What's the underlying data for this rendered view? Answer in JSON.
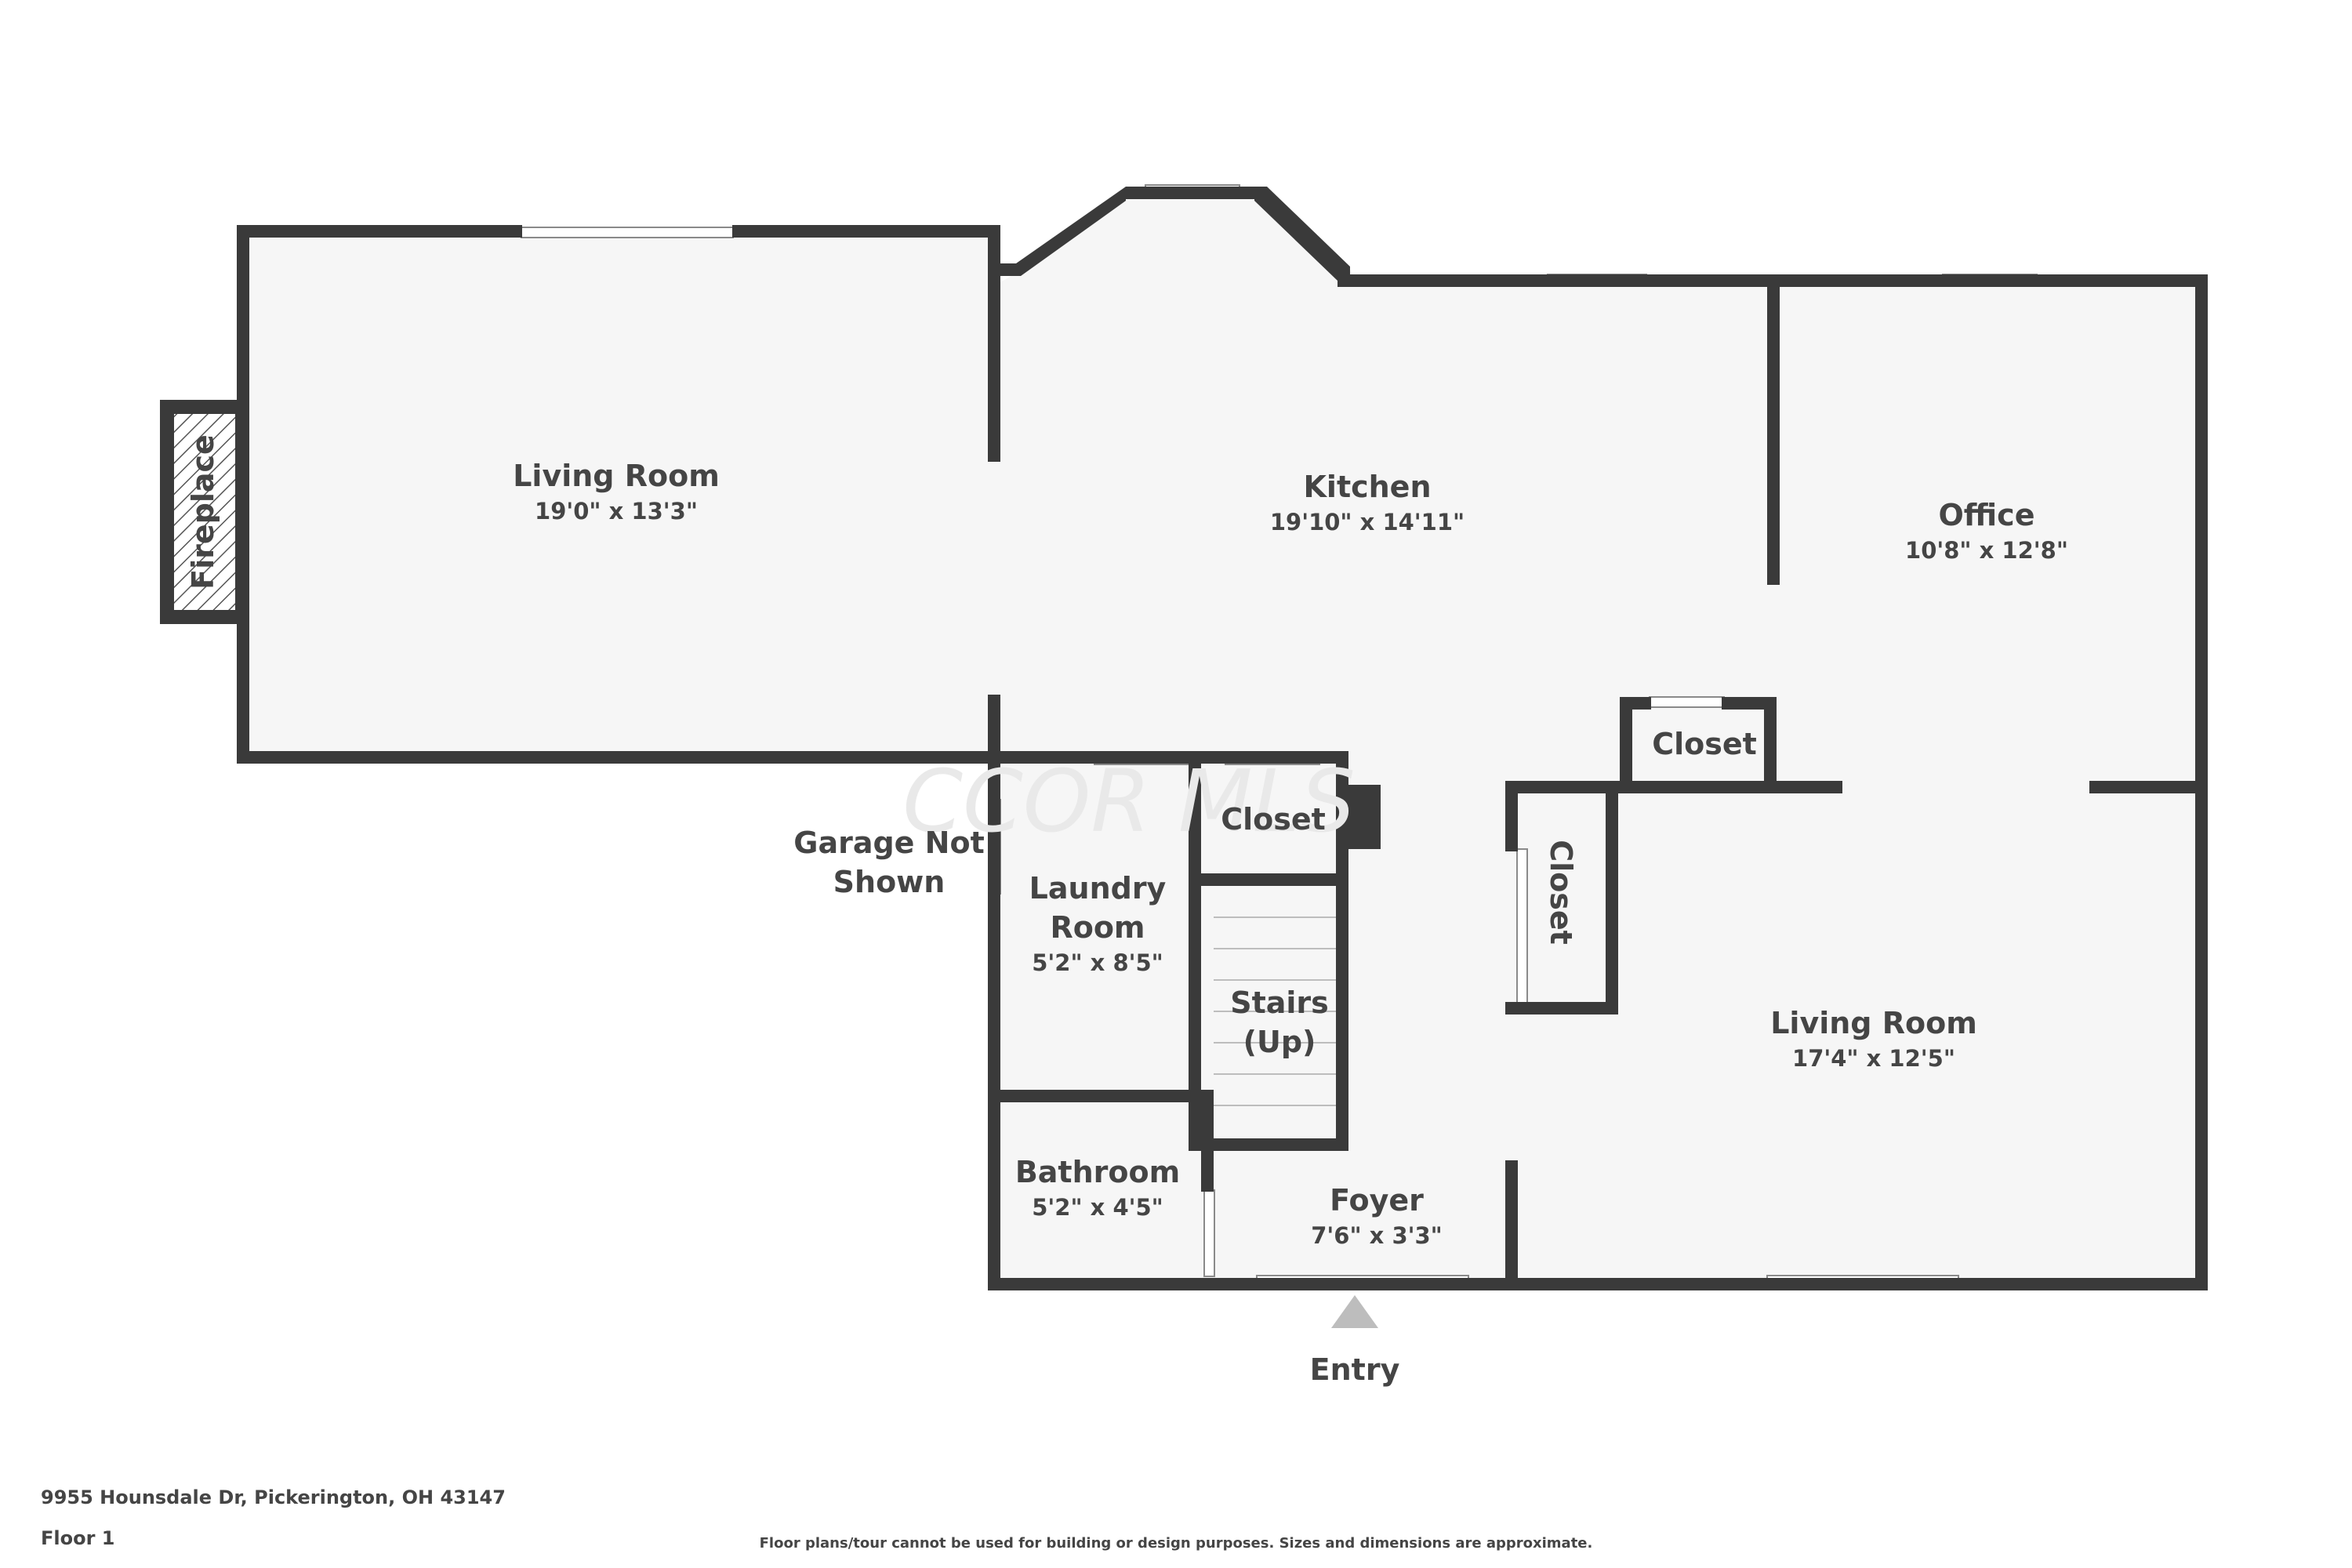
{
  "rooms": {
    "living_room_1": {
      "name": "Living Room",
      "dim": "19'0\" x 13'3\""
    },
    "kitchen": {
      "name": "Kitchen",
      "dim": "19'10\" x 14'11\""
    },
    "office": {
      "name": "Office",
      "dim": "10'8\" x 12'8\""
    },
    "closet_1": {
      "name": "Closet"
    },
    "closet_2": {
      "name": "Closet"
    },
    "closet_3": {
      "name": "Closet"
    },
    "laundry": {
      "name_line1": "Laundry",
      "name_line2": "Room",
      "dim": "5'2\" x 8'5\""
    },
    "stairs": {
      "name_line1": "Stairs",
      "name_line2": "(Up)"
    },
    "bathroom": {
      "name": "Bathroom",
      "dim": "5'2\" x 4'5\""
    },
    "foyer": {
      "name": "Foyer",
      "dim": "7'6\" x 3'3\""
    },
    "living_room_2": {
      "name": "Living Room",
      "dim": "17'4\" x 12'5\""
    }
  },
  "labels": {
    "fireplace": "Fireplace",
    "garage_line1": "Garage Not",
    "garage_line2": "Shown",
    "entry": "Entry",
    "watermark": "CCOR MLS"
  },
  "footer": {
    "address": "9955 Hounsdale Dr, Pickerington, OH 43147",
    "floor": "Floor 1",
    "disclaimer": "Floor plans/tour cannot be used for building or design purposes. Sizes and dimensions are approximate."
  },
  "colors": {
    "wall": "#3a3a3a",
    "floor": "#f6f6f6",
    "text": "#454545"
  }
}
